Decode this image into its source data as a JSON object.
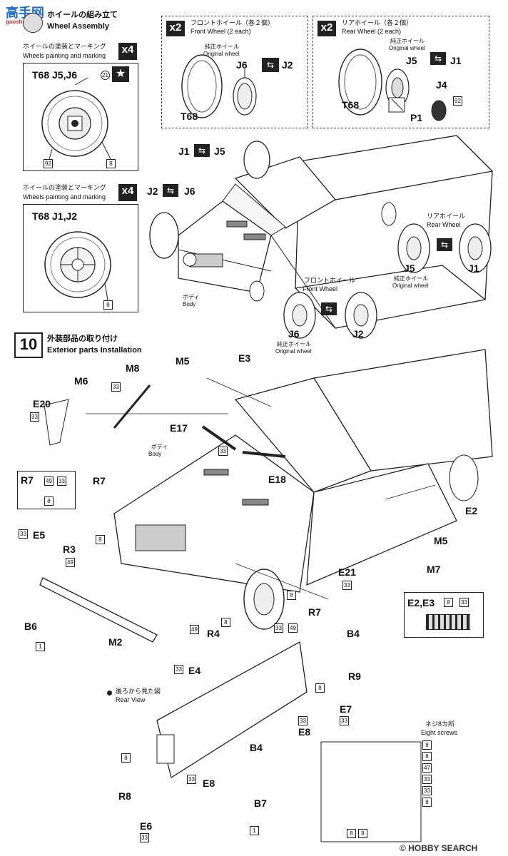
{
  "watermark_top": {
    "brand": "高手网",
    "url": "gaoshou.com"
  },
  "watermark_bottom": {
    "text": "HOBBY SEARCH",
    "mark": "©"
  },
  "wheel_assembly": {
    "title_jp": "ホイールの組み立て",
    "title_en": "Wheel Assembly",
    "paint1": {
      "jp": "ホイールの塗装とマーキング",
      "en": "Wheels painting and marking",
      "qty": "x4",
      "parts": "T68 J5,J6",
      "c1": "21",
      "c2": "92",
      "c3": "8"
    },
    "paint2": {
      "jp": "ホイールの塗装とマーキング",
      "en": "Wheels painting and marking",
      "qty": "x4",
      "parts": "T68 J1,J2",
      "c1": "8"
    },
    "front": {
      "qty": "x2",
      "jp": "フロントホイール（各２個）",
      "en": "Front Wheel (2 each)",
      "orig_jp": "純正ホイール",
      "orig_en": "Original wheel",
      "p1": "J6",
      "p2": "J2",
      "tire": "T68"
    },
    "rear": {
      "qty": "x2",
      "jp": "リアホイール（各２個）",
      "en": "Rear Wheel (2 each)",
      "orig_jp": "純正ホイール",
      "orig_en": "Original wheel",
      "p1": "J5",
      "p2": "J1",
      "p3": "J4",
      "p4": "P1",
      "tire": "T68",
      "c1": "92"
    },
    "car": {
      "j1": "J1",
      "j5": "J5",
      "j2": "J2",
      "j6": "J6",
      "body_jp": "ボディ",
      "body_en": "Body",
      "rear_jp": "リアホイール",
      "rear_en": "Rear Wheel",
      "rj5": "J5",
      "rj1": "J1",
      "rear_orig_jp": "純正ホイール",
      "rear_orig_en": "Original wheel",
      "front_jp": "フロントホイール",
      "front_en": "Front Wheel",
      "fj6": "J6",
      "fj2": "J2",
      "front_orig_jp": "純正ホイール",
      "front_orig_en": "Original wheel"
    }
  },
  "step10": {
    "num": "10",
    "title_jp": "外装部品の取り付け",
    "title_en": "Exterior parts Installation",
    "parts": {
      "m6": "M6",
      "m8": "M8",
      "m5": "M5",
      "e3": "E3",
      "e20": "E20",
      "e17": "E17",
      "e18": "E18",
      "r7": "R7",
      "r7b": "R7",
      "r7c": "R7",
      "e5": "E5",
      "r3": "R3",
      "b6": "B6",
      "m2": "M2",
      "r4": "R4",
      "e4": "E4",
      "e2": "E2",
      "m5b": "M5",
      "m7": "M7",
      "e21": "E21",
      "b4": "B4",
      "r9": "R9",
      "e7": "E7",
      "e8": "E8",
      "e8b": "E8",
      "b4b": "B4",
      "r8": "R8",
      "b7": "B7",
      "e6": "E6",
      "e2e3": "E2,E3"
    },
    "body_jp": "ボディ",
    "body_en": "Body",
    "rear_view_jp": "後ろから見た図",
    "rear_view_en": "Rear View",
    "screws_jp": "ネジ8カ所",
    "screws_en": "Eight screws",
    "codes": {
      "c33a": "33",
      "c33b": "33",
      "c33c": "33",
      "c33d": "33",
      "c33e": "33",
      "c33f": "33",
      "c33g": "33",
      "c33h": "33",
      "c33i": "33",
      "c33j": "33",
      "c33k": "33",
      "c33l": "33",
      "c49a": "49",
      "c49b": "49",
      "c49c": "49",
      "c49d": "49",
      "c47": "47",
      "c8a": "8",
      "c8b": "8",
      "c8c": "8",
      "c8d": "8",
      "c8e": "8",
      "c8f": "8",
      "c8g": "8",
      "c8h": "8",
      "c8i": "8",
      "c8j": "8",
      "c8k": "8",
      "c8l": "8",
      "c1a": "1",
      "c1b": "1",
      "c33m": "33",
      "c33n": "33",
      "c33o": "33"
    }
  }
}
